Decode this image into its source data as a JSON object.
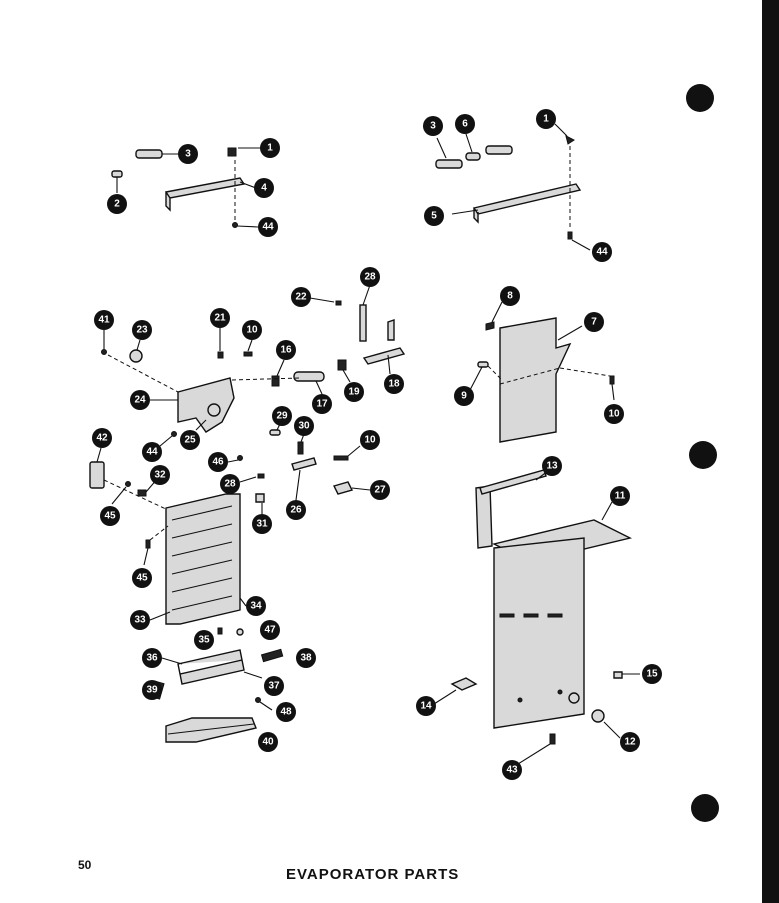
{
  "page_number": "50",
  "title": "EVAPORATOR PARTS",
  "callouts": [
    "1",
    "2",
    "3",
    "4",
    "44",
    "3",
    "6",
    "1",
    "5",
    "44",
    "22",
    "28",
    "41",
    "23",
    "21",
    "10",
    "16",
    "19",
    "18",
    "24",
    "17",
    "25",
    "29",
    "30",
    "10",
    "44",
    "46",
    "28",
    "27",
    "42",
    "32",
    "26",
    "31",
    "45",
    "45",
    "33",
    "34",
    "35",
    "47",
    "36",
    "38",
    "37",
    "48",
    "39",
    "40",
    "8",
    "7",
    "9",
    "10",
    "13",
    "11",
    "15",
    "14",
    "12",
    "43"
  ]
}
